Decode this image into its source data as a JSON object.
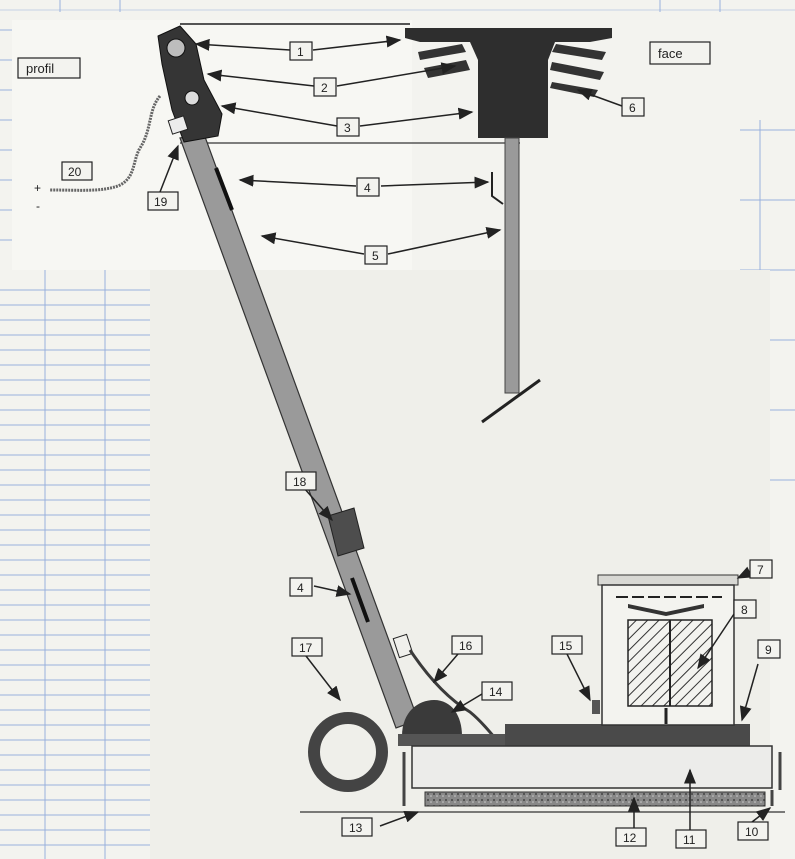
{
  "titles": {
    "profile": "profil",
    "face": "face"
  },
  "polarity": {
    "plus": "+",
    "minus": "-"
  },
  "callouts": [
    {
      "id": "c1",
      "text": "1"
    },
    {
      "id": "c2",
      "text": "2"
    },
    {
      "id": "c3",
      "text": "3"
    },
    {
      "id": "c4a",
      "text": "4"
    },
    {
      "id": "c4b",
      "text": "4"
    },
    {
      "id": "c5",
      "text": "5"
    },
    {
      "id": "c6",
      "text": "6"
    },
    {
      "id": "c7",
      "text": "7"
    },
    {
      "id": "c8",
      "text": "8"
    },
    {
      "id": "c9",
      "text": "9"
    },
    {
      "id": "c10",
      "text": "10"
    },
    {
      "id": "c11",
      "text": "11"
    },
    {
      "id": "c12",
      "text": "12"
    },
    {
      "id": "c13",
      "text": "13"
    },
    {
      "id": "c14",
      "text": "14"
    },
    {
      "id": "c15",
      "text": "15"
    },
    {
      "id": "c16",
      "text": "16"
    },
    {
      "id": "c17",
      "text": "17"
    },
    {
      "id": "c18",
      "text": "18"
    },
    {
      "id": "c19",
      "text": "19"
    },
    {
      "id": "c20",
      "text": "20"
    }
  ],
  "colors": {
    "ink": "#222222",
    "dark_part": "#3a3a3a",
    "shaft": "#9a9a9a",
    "grid_line": "#7a9ad6",
    "paper": "#f3f3ef"
  }
}
